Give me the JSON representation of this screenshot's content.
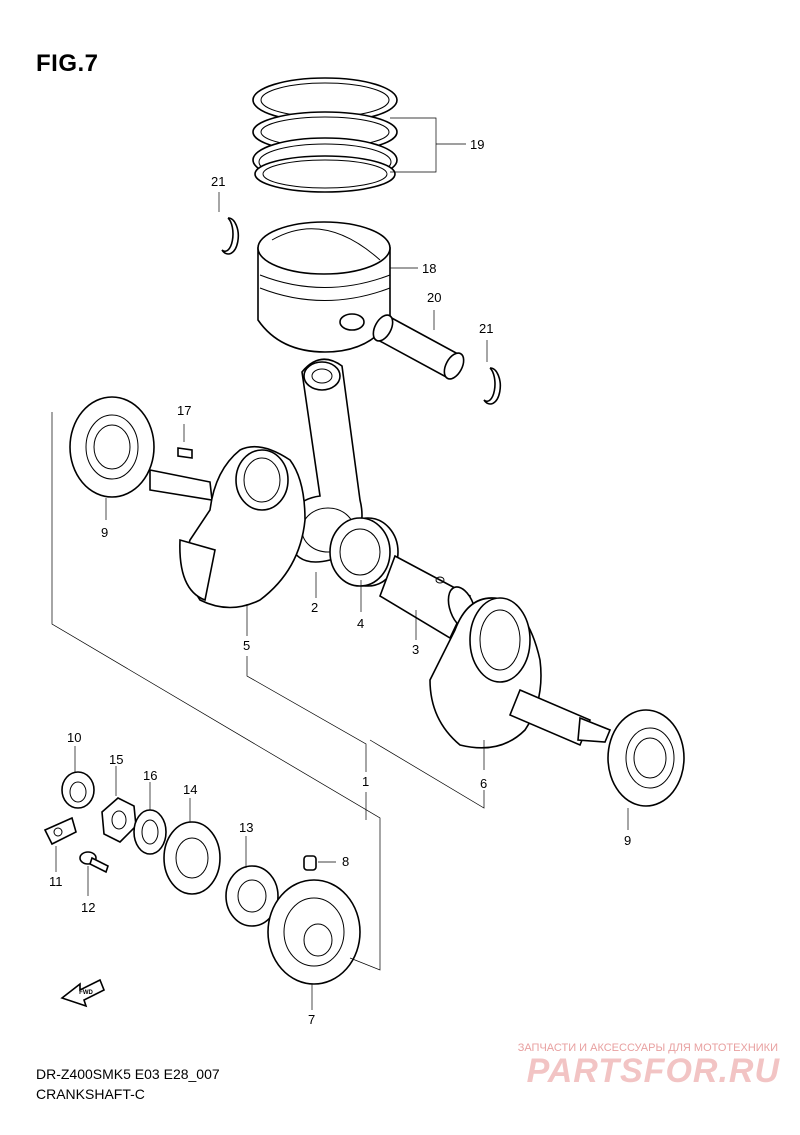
{
  "figure": {
    "title": "FIG.7"
  },
  "callouts": {
    "c19": "19",
    "c21a": "21",
    "c18": "18",
    "c20": "20",
    "c21b": "21",
    "c17": "17",
    "c9a": "9",
    "c2": "2",
    "c4": "4",
    "c3": "3",
    "c5": "5",
    "c1": "1",
    "c6": "6",
    "c9b": "9",
    "c10": "10",
    "c15": "15",
    "c16": "16",
    "c14": "14",
    "c13": "13",
    "c8": "8",
    "c11": "11",
    "c12": "12",
    "c7": "7"
  },
  "fwd_label": "FWD",
  "footer": {
    "model_code": "DR-Z400SMK5 E03 E28_007",
    "section": "CRANKSHAFT-C"
  },
  "watermark": {
    "tagline": "ЗАПЧАСТИ И АКСЕССУАРЫ ДЛЯ МОТОТЕХНИКИ",
    "logo": "PARTSFOR.RU"
  }
}
